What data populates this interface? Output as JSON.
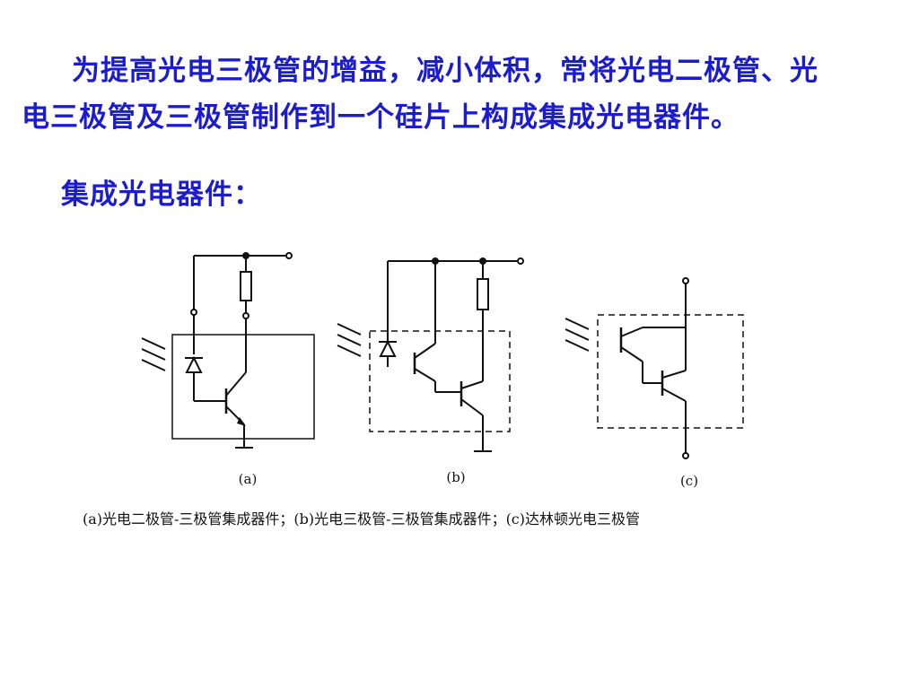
{
  "paragraph": {
    "line1": "为提高光电三极管的增益，减小体积，常将光电二极管、光",
    "line2": "电三极管及三极管制作到一个硅片上构成集成光电器件。"
  },
  "heading": "集成光电器件：",
  "diagram": {
    "panel_labels": [
      "(a)",
      "(b)",
      "(c)"
    ],
    "caption": "(a)光电二极管-三极管集成器件；(b)光电三极管-三极管集成器件；(c)达林顿光电三极管"
  },
  "colors": {
    "text": "#1c1ccf",
    "line": "#111111"
  }
}
